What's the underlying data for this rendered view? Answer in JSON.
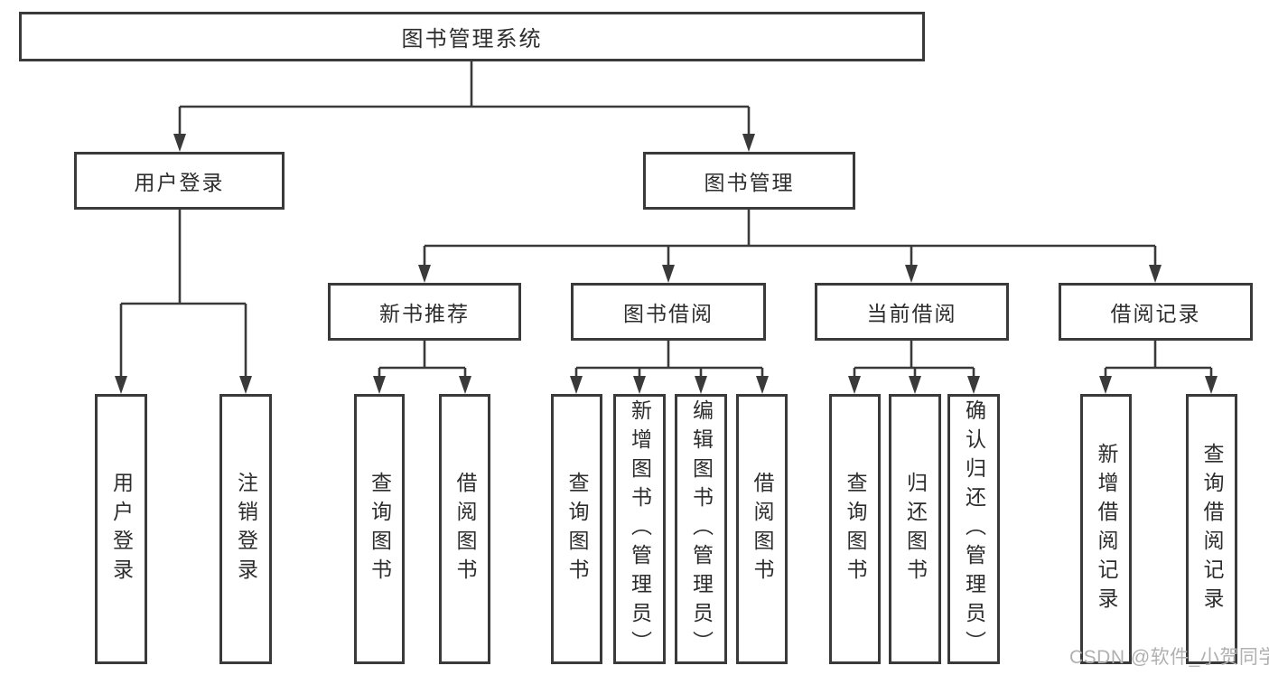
{
  "diagram": {
    "root": {
      "label": "图书管理系统"
    },
    "branches": [
      {
        "label": "用户登录",
        "children": [
          {
            "label": "用户登录"
          },
          {
            "label": "注销登录"
          }
        ]
      },
      {
        "label": "图书管理",
        "children": [
          {
            "label": "新书推荐",
            "children": [
              {
                "label": "查询图书"
              },
              {
                "label": "借阅图书"
              }
            ]
          },
          {
            "label": "图书借阅",
            "children": [
              {
                "label": "查询图书"
              },
              {
                "label": "新增图书（管理员）"
              },
              {
                "label": "编辑图书（管理员）"
              },
              {
                "label": "借阅图书"
              }
            ]
          },
          {
            "label": "当前借阅",
            "children": [
              {
                "label": "查询图书"
              },
              {
                "label": "归还图书"
              },
              {
                "label": "确认归还（管理员）"
              }
            ]
          },
          {
            "label": "借阅记录",
            "children": [
              {
                "label": "新增借阅记录"
              },
              {
                "label": "查询借阅记录"
              }
            ]
          }
        ]
      }
    ]
  },
  "watermark": {
    "text": "CSDN @软件_小贺同学"
  },
  "colors": {
    "line": "#3a3a3a",
    "box_border": "#3a3a3a",
    "text": "#2d2d2d",
    "watermark": "#b0b0b0",
    "background": "#ffffff"
  }
}
